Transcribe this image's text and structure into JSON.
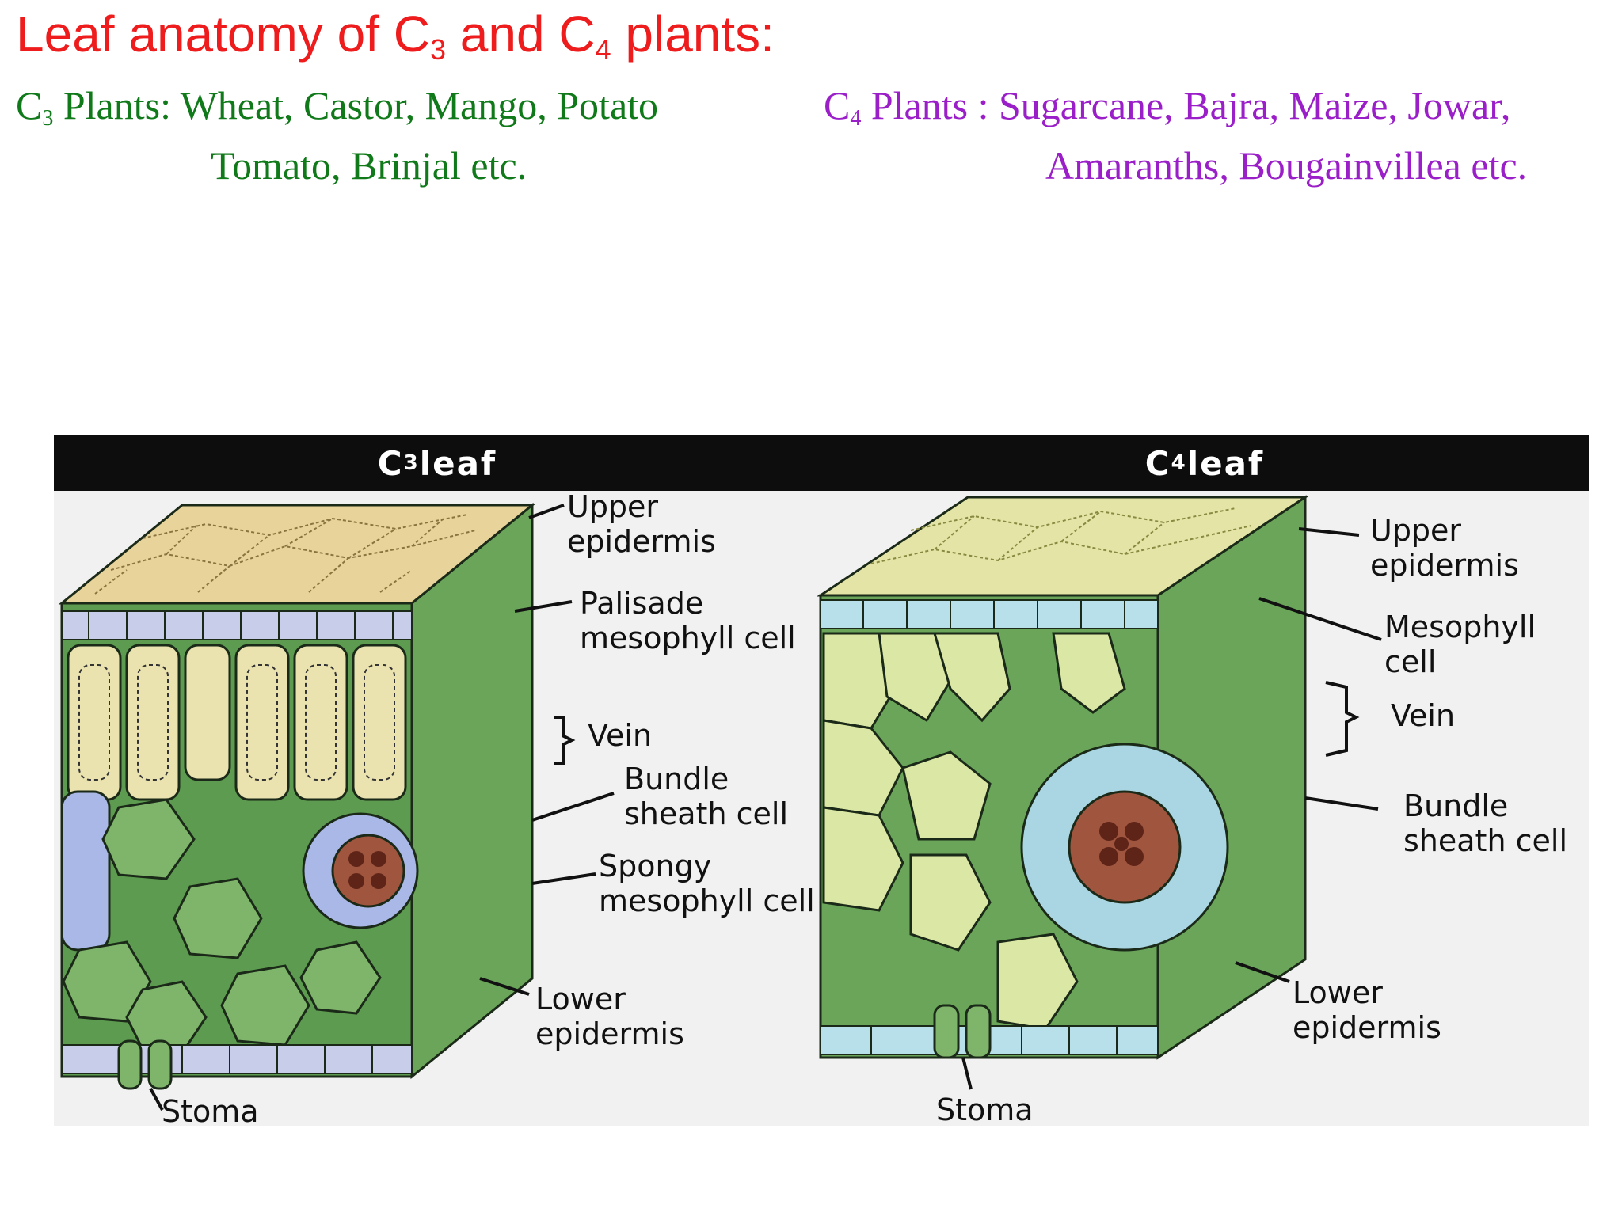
{
  "title": {
    "prefix": "Leaf anatomy of  C",
    "sub1": "3",
    "mid": " and C",
    "sub2": "4",
    "suffix": " plants:"
  },
  "c3_plants": {
    "c": "C",
    "sub": "3",
    "line1": " Plants: Wheat, Castor, Mango, Potato",
    "line2": "Tomato, Brinjal etc."
  },
  "c4_plants": {
    "c": "C",
    "sub": "4",
    "line1": " Plants : Sugarcane, Bajra, Maize, Jowar,",
    "line2": "Amaranths, Bougainvillea etc."
  },
  "c3_leaf": {
    "header_c": "C",
    "header_sub": "3",
    "header_rest": " leaf",
    "labels": {
      "upper_epidermis": [
        "Upper",
        "epidermis"
      ],
      "palisade": [
        "Palisade",
        "mesophyll cell"
      ],
      "vein": "Vein",
      "bundle_sheath": [
        "Bundle",
        "sheath cell"
      ],
      "spongy": [
        "Spongy",
        "mesophyll cell"
      ],
      "lower_epidermis": [
        "Lower",
        "epidermis"
      ],
      "stoma": "Stoma"
    }
  },
  "c4_leaf": {
    "header_c": "C",
    "header_sub": "4",
    "header_rest": " leaf",
    "labels": {
      "upper_epidermis": [
        "Upper",
        "epidermis"
      ],
      "mesophyll": [
        "Mesophyll",
        "cell"
      ],
      "vein": "Vein",
      "bundle_sheath": [
        "Bundle",
        "sheath cell"
      ],
      "lower_epidermis": [
        "Lower",
        "epidermis"
      ],
      "stoma": "Stoma"
    }
  },
  "colors": {
    "title": "#ee1c1c",
    "c3_text": "#107a1a",
    "c4_text": "#9b1fc9",
    "epidermis_top": "#e8d49a",
    "epidermis_cells": "#c8cdea",
    "palisade": "#eae3b0",
    "spongy": "#7fb56b",
    "spongy_dark": "#4f8b43",
    "bundle_sheath_c3": "#a9b8e6",
    "bundle_sheath_c4": "#a9d6e2",
    "vein": "#a0553f",
    "c4_mesophyll": "#dbe7a4"
  }
}
